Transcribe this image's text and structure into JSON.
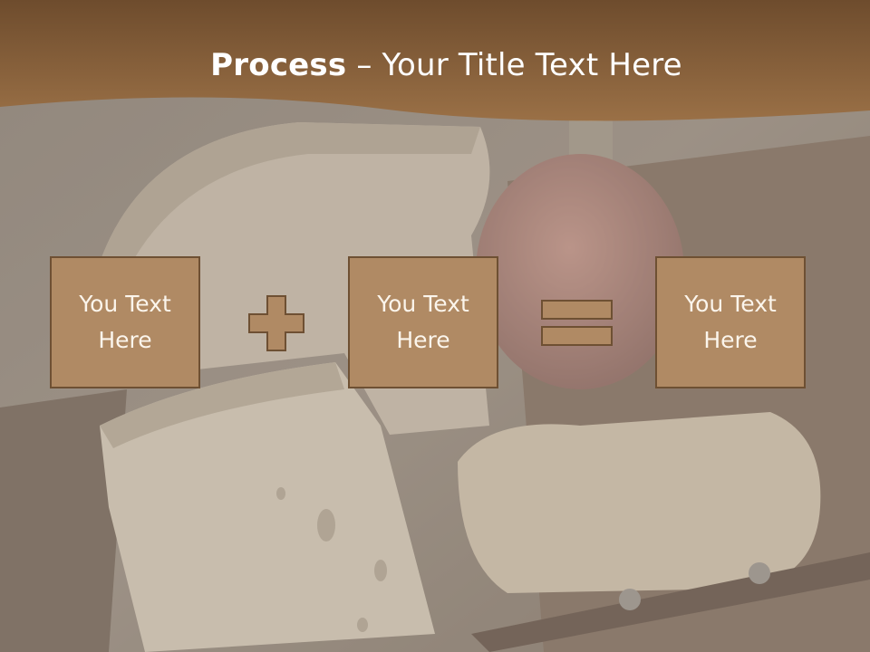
{
  "slide": {
    "title_bold": "Process",
    "title_sep": " – ",
    "title_rest": "Your Title Text Here"
  },
  "process": {
    "boxes": [
      {
        "text": "You Text\nHere"
      },
      {
        "text": "You Text\nHere"
      },
      {
        "text": "You Text\nHere"
      }
    ],
    "operators": [
      "plus-icon",
      "equals-icon"
    ]
  },
  "colors": {
    "header": "#8a6440",
    "box_fill": "#b08a64",
    "box_border": "#6e5033",
    "text": "#ffffff"
  }
}
